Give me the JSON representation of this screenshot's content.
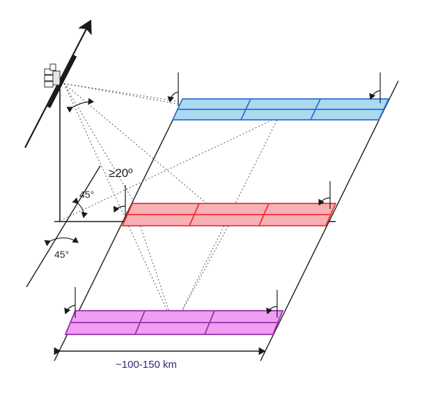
{
  "labels": {
    "angle_top": "45°",
    "angle_bottom": "45°",
    "incidence": "≥20º",
    "swath_width": "~100-150 km"
  },
  "colors": {
    "line": "#1a1a1a",
    "dotted": "#555555",
    "blue_fill": "#aad9f0",
    "blue_stroke": "#2a6fd6",
    "red_fill": "#f6b0b6",
    "red_stroke": "#f03030",
    "magenta_fill": "#ef9ef0",
    "magenta_stroke": "#9a2fb0",
    "label_blue": "#2a2f6e"
  },
  "icons": [
    "satellite-icon",
    "flight-direction-arrow-icon"
  ]
}
